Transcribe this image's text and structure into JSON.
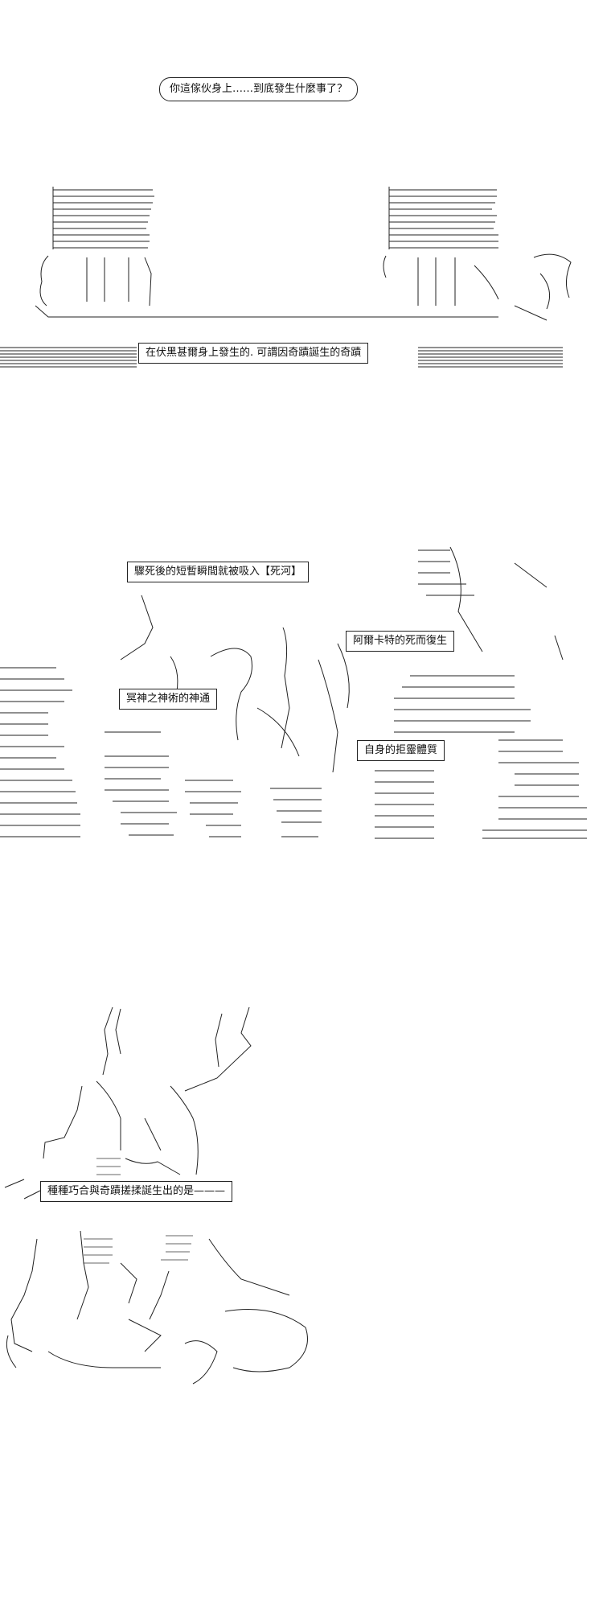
{
  "panel1": {
    "speech": "你這傢伙身上……到底發生什麼事了？",
    "caption": "在伏黑甚爾身上發生的. 可謂因奇蹟誕生的奇蹟"
  },
  "panel2": {
    "caption_death_river": "驟死後的短暫瞬間就被吸入【死河】",
    "caption_arcate": "阿爾卡特的死而復生",
    "caption_god_art": "冥神之神術的神通",
    "caption_self_spirit": "自身的拒靈體質"
  },
  "panel3": {
    "caption_coincidence": "種種巧合與奇蹟搓揉誕生出的是———"
  }
}
